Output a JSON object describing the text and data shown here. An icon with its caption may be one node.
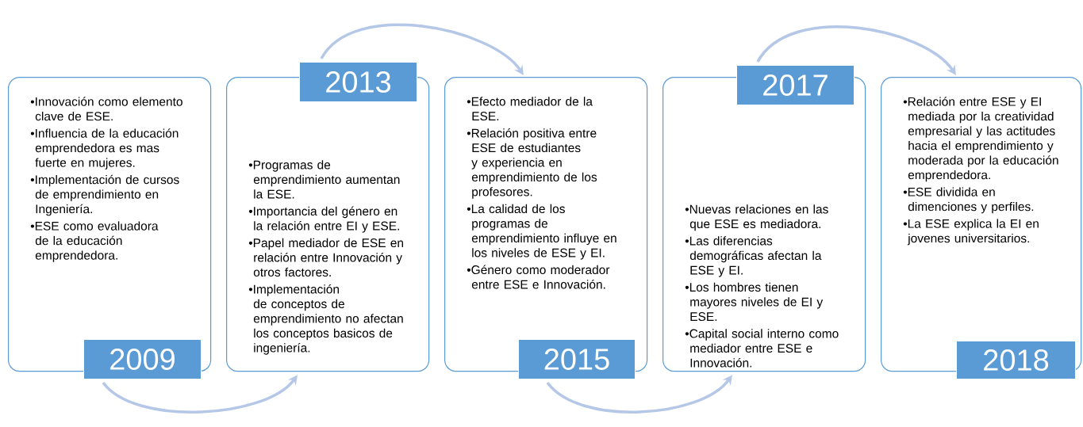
{
  "diagram": {
    "nodes": [
      {
        "text": [
          "•Innovación como elemento clave de ESE.",
          "•Influencia de la educación emprendedora es mas fuerte en mujeres.",
          "•Implementación de cursos de emprendimiento en Ingeniería.",
          "•ESE como evaluadora de la educación emprendedora."
        ]
      },
      {
        "text": [
          "2009"
        ]
      },
      {
        "text": [
          "•Programas de emprendimiento aumentan la ESE.",
          "•Importancia del género en la relación entre EI y ESE.",
          "•Papel mediador de ESE en relación entre Innovación y otros factores.",
          "•Implementación de conceptos de emprendimiento no afectan los conceptos basicos de ingeniería."
        ]
      },
      {
        "text": [
          "2013"
        ]
      },
      {
        "text": [
          "•Efecto mediador de la ESE.",
          "•Relación positiva entre ESE de estudiantes y experiencia en emprendimiento de los profesores.",
          "•La calidad de los programas de emprendimiento influye en los niveles de ESE y EI.",
          "•Género como moderador entre ESE e Innovación."
        ]
      },
      {
        "text": [
          "2015"
        ]
      },
      {
        "text": [
          "•Nuevas relaciones en las que ESE es mediadora.",
          "•Las diferencias demográficas afectan la ESE y EI.",
          "•Los hombres tienen mayores niveles de EI y ESE.",
          "•Capital social interno como mediador entre ESE e Innovación."
        ]
      },
      {
        "text": [
          "2017"
        ]
      },
      {
        "text": [
          "•Relación entre ESE y EI mediada por la creatividad empresarial y las actitudes hacia el emprendimiento y moderada por la educación emprendedora.",
          "•ESE dividida en dimenciones y perfiles.",
          "•La ESE explica la EI en jovenes universitarios."
        ]
      },
      {
        "text": [
          "2018"
        ]
      }
    ],
    "edges": [
      {
        "from": 1,
        "to": 2,
        "arrow": "to"
      },
      {
        "from": 3,
        "to": 4,
        "arrow": "to"
      },
      {
        "from": 5,
        "to": 6,
        "arrow": "to"
      },
      {
        "from": 7,
        "to": 8,
        "arrow": "to"
      }
    ]
  }
}
